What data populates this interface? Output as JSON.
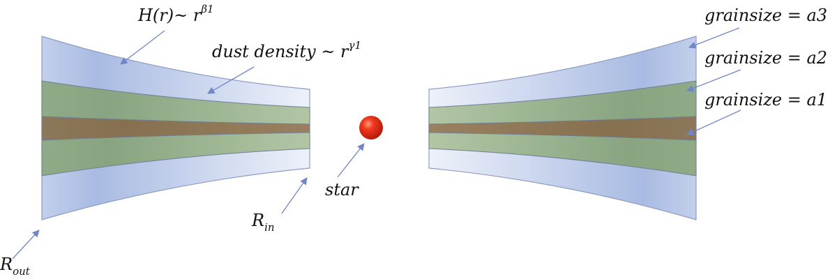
{
  "labels": {
    "scale_height": {
      "lhs": "H(r)~ r",
      "exp_base": "β",
      "exp_idx": "1"
    },
    "dust_density": {
      "lhs": "dust density ~ r",
      "exp_base": "γ",
      "exp_idx": "1"
    },
    "grain_a3": "grainsize = a3",
    "grain_a2": "grainsize = a2",
    "grain_a1": "grainsize = a1",
    "r_in": {
      "main": "R",
      "sub": "in"
    },
    "r_out": {
      "main": "R",
      "sub": "out"
    },
    "star": "star"
  },
  "colors": {
    "outer_layer": "#c7d3ec",
    "outer_layer_dark": "#9fb2dd",
    "middle_layer": "#98b08f",
    "inner_layer": "#8e7a5a",
    "outline": "#8c9cc8",
    "arrow": "#6f86c9",
    "star": "#e0321c",
    "star_highlight": "#ff8a70"
  }
}
